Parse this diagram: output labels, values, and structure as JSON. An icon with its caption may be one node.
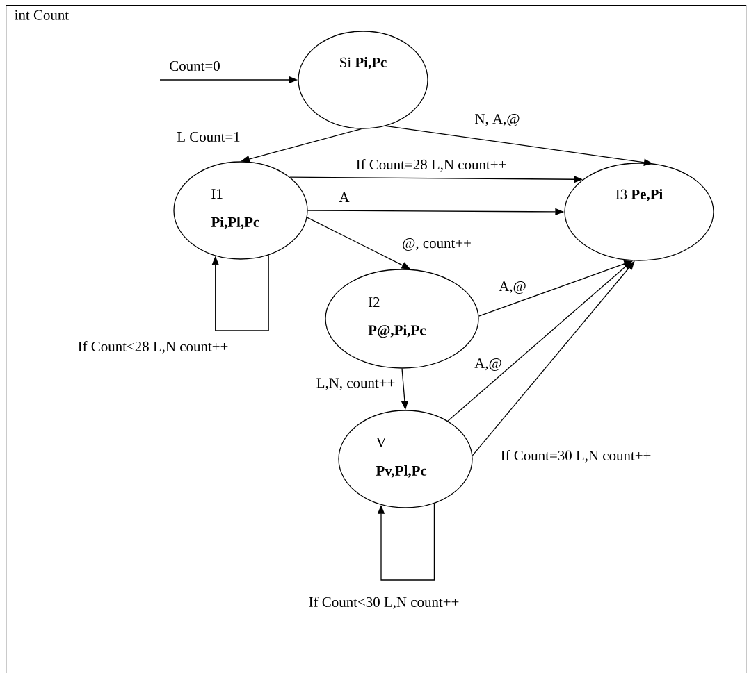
{
  "diagram": {
    "nodes": [
      {
        "text": [
          "int Count"
        ]
      },
      {
        "text": [
          "Si **Pi,Pc**"
        ],
        "in": 0
      },
      {
        "text": [
          "I1",
          "Pi,Pl,Pc"
        ],
        "in": 0
      },
      {
        "text": [
          "I3 **Pe,Pi**"
        ],
        "in": 0
      },
      {
        "text": [
          "I2",
          "P@,Pi,Pc"
        ],
        "in": 0
      },
      {
        "text": [
          "V",
          "Pv,Pl,Pc"
        ],
        "in": 0
      }
    ],
    "edges": [
      {
        "from": null,
        "to": 1,
        "arrow": "to",
        "label": "Count=0"
      },
      {
        "from": 1,
        "to": 2,
        "arrow": "to",
        "label": "L Count=1"
      },
      {
        "from": 1,
        "to": 3,
        "arrow": "to",
        "label": "N, A,@"
      },
      {
        "from": 2,
        "to": 3,
        "arrow": "to",
        "label": "If Count=28 L,N count++"
      },
      {
        "from": 2,
        "to": 3,
        "arrow": "to",
        "label": "A"
      },
      {
        "from": 2,
        "to": 4,
        "arrow": "to",
        "label": "@, count++"
      },
      {
        "from": 2,
        "to": 2,
        "arrow": "to",
        "label": "If Count<28 L,N count++"
      },
      {
        "from": 4,
        "to": 3,
        "arrow": "to",
        "label": "A,@"
      },
      {
        "from": 4,
        "to": 5,
        "arrow": "to",
        "label": "L,N, count++"
      },
      {
        "from": 5,
        "to": 3,
        "arrow": "to",
        "label": "A,@"
      },
      {
        "from": 5,
        "to": 3,
        "arrow": "to",
        "label": "If Count=30 L,N count++"
      },
      {
        "from": 5,
        "to": 5,
        "arrow": "to",
        "label": "If Count<30 L,N count++"
      }
    ]
  }
}
